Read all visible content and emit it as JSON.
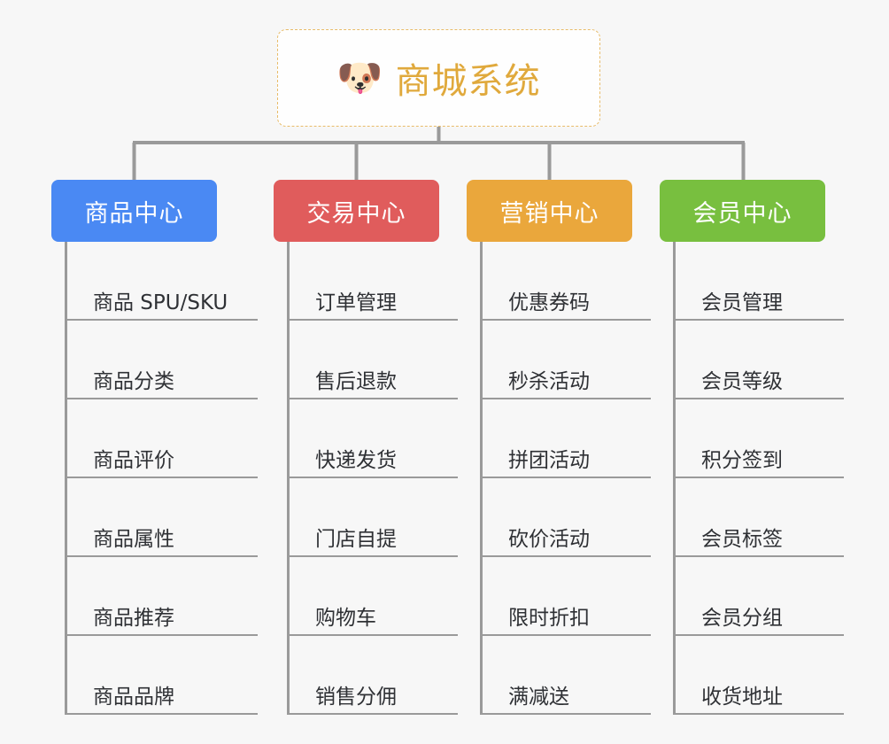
{
  "page": {
    "background_color": "#f7f7f7",
    "type": "mindmap-tree"
  },
  "root": {
    "icon": "dog-face-emoji",
    "emoji": "🐶",
    "title": "商城系统",
    "text_color": "#e0a93c",
    "border_color": "#e8bc6a",
    "background_color": "#fefefe"
  },
  "columns": [
    {
      "id": "product-center",
      "label": "商品中心",
      "color": "#4a89f3",
      "items": [
        {
          "label": "商品 SPU/SKU"
        },
        {
          "label": "商品分类"
        },
        {
          "label": "商品评价"
        },
        {
          "label": "商品属性"
        },
        {
          "label": "商品推荐"
        },
        {
          "label": "商品品牌"
        }
      ]
    },
    {
      "id": "trade-center",
      "label": "交易中心",
      "color": "#e05c5c",
      "items": [
        {
          "label": "订单管理"
        },
        {
          "label": "售后退款"
        },
        {
          "label": "快递发货"
        },
        {
          "label": "门店自提"
        },
        {
          "label": "购物车"
        },
        {
          "label": "销售分佣"
        }
      ]
    },
    {
      "id": "marketing-center",
      "label": "营销中心",
      "color": "#eaa73c",
      "items": [
        {
          "label": "优惠券码"
        },
        {
          "label": "秒杀活动"
        },
        {
          "label": "拼团活动"
        },
        {
          "label": "砍价活动"
        },
        {
          "label": "限时折扣"
        },
        {
          "label": "满减送"
        }
      ]
    },
    {
      "id": "member-center",
      "label": "会员中心",
      "color": "#78bf3f",
      "items": [
        {
          "label": "会员管理"
        },
        {
          "label": "会员等级"
        },
        {
          "label": "积分签到"
        },
        {
          "label": "会员标签"
        },
        {
          "label": "会员分组"
        },
        {
          "label": "收货地址"
        }
      ]
    }
  ],
  "connector": {
    "color": "#9a9a9a"
  }
}
